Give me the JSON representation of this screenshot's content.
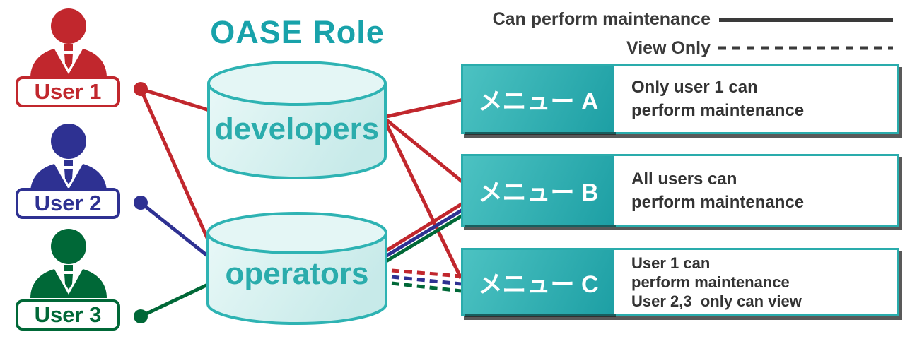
{
  "title": "OASE Role",
  "legend": {
    "maintenance_label": "Can perform maintenance",
    "view_only_label": "View Only",
    "line_color": "#3a3a3a"
  },
  "users": [
    {
      "label": "User 1",
      "color": "#c1272d"
    },
    {
      "label": "User 2",
      "color": "#2e3192"
    },
    {
      "label": "User 3",
      "color": "#006837"
    }
  ],
  "roles": [
    {
      "label": "developers"
    },
    {
      "label": "operators"
    }
  ],
  "menus": [
    {
      "label": "メニュー A",
      "lines": [
        "Only user 1 can",
        "perform maintenance"
      ]
    },
    {
      "label": "メニュー B",
      "lines": [
        "All users can",
        "perform maintenance"
      ]
    },
    {
      "label": "メニュー C",
      "lines": [
        "User 1 can",
        "perform maintenance",
        "User 2,3  only can view"
      ]
    }
  ],
  "palette": {
    "teal_accent": "#2aacac",
    "teal_label_gradient_start": "#4cc2c2",
    "teal_label_gradient_end": "#1d9fa4",
    "title_color": "#18a2aa",
    "cylinder_stroke": "#2eb3b3",
    "cylinder_fill_top": "#e8f8f7",
    "cylinder_fill_bottom": "#c7eae9",
    "menu_text_color": "#333333",
    "legend_line_color": "#3a3a3a"
  },
  "connections": [
    {
      "id": "u1-developers",
      "from": "User 1",
      "to": "developers",
      "access": "maintenance",
      "color": "#c1272d"
    },
    {
      "id": "u1-operators",
      "from": "User 1",
      "to": "operators",
      "access": "maintenance",
      "color": "#c1272d"
    },
    {
      "id": "u2-operators",
      "from": "User 2",
      "to": "operators",
      "access": "maintenance",
      "color": "#2e3192"
    },
    {
      "id": "u3-operators",
      "from": "User 3",
      "to": "operators",
      "access": "maintenance",
      "color": "#006837"
    },
    {
      "id": "developers-menuA",
      "from": "developers",
      "to": "メニュー A",
      "access": "maintenance",
      "color": "#c1272d"
    },
    {
      "id": "developers-menuB",
      "from": "developers",
      "to": "メニュー B",
      "access": "maintenance",
      "color": "#c1272d"
    },
    {
      "id": "developers-menuC",
      "from": "developers",
      "to": "メニュー C",
      "access": "maintenance",
      "color": "#c1272d"
    },
    {
      "id": "operators-menuB-u1",
      "from": "operators",
      "to": "メニュー B",
      "access": "maintenance",
      "color": "#c1272d"
    },
    {
      "id": "operators-menuB-u2",
      "from": "operators",
      "to": "メニュー B",
      "access": "maintenance",
      "color": "#2e3192"
    },
    {
      "id": "operators-menuB-u3",
      "from": "operators",
      "to": "メニュー B",
      "access": "maintenance",
      "color": "#006837"
    },
    {
      "id": "operators-menuC-u1",
      "from": "operators",
      "to": "メニュー C",
      "access": "view",
      "color": "#c1272d"
    },
    {
      "id": "operators-menuC-u2",
      "from": "operators",
      "to": "メニュー C",
      "access": "view",
      "color": "#2e3192"
    },
    {
      "id": "operators-menuC-u3",
      "from": "operators",
      "to": "メニュー C",
      "access": "view",
      "color": "#006837"
    }
  ]
}
